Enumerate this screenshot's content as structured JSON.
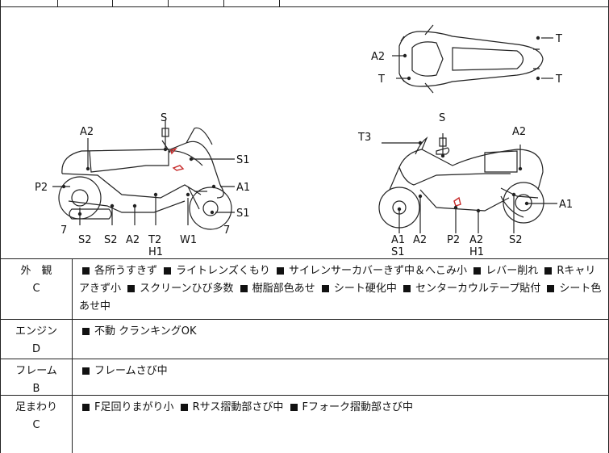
{
  "diagram": {
    "top_view_labels": [
      "A2",
      "T",
      "T",
      "T"
    ],
    "left_view_labels": [
      "S",
      "A2",
      "S1",
      "P2",
      "A1",
      "S1",
      "7",
      "7",
      "S2",
      "S2",
      "A2",
      "T2",
      "H1",
      "W1"
    ],
    "right_view_labels": [
      "S",
      "T3",
      "A2",
      "A1",
      "A1",
      "S1",
      "A2",
      "P2",
      "A2",
      "H1",
      "S2"
    ]
  },
  "rows": [
    {
      "id": "exterior",
      "name": "外　観",
      "grade": "C",
      "notes": [
        "各所うすきず",
        "ライトレンズくもり",
        "サイレンサーカバーきず中＆へこみ小",
        "レバー削れ",
        "Rキャリアきず小",
        "スクリーンひび多数",
        "樹脂部色あせ",
        "シート硬化中",
        "センターカウルテープ貼付",
        "シート色あせ中"
      ]
    },
    {
      "id": "engine",
      "name": "エンジン",
      "grade": "D",
      "notes": [
        "不動 クランキングOK"
      ]
    },
    {
      "id": "frame",
      "name": "フレーム",
      "grade": "B",
      "notes": [
        "フレームさび中"
      ]
    },
    {
      "id": "suspension",
      "name": "足まわり",
      "grade": "C",
      "notes": [
        "F足回りまがり小",
        "Rサス摺動部さび中",
        "Fフォーク摺動部さび中"
      ]
    }
  ]
}
